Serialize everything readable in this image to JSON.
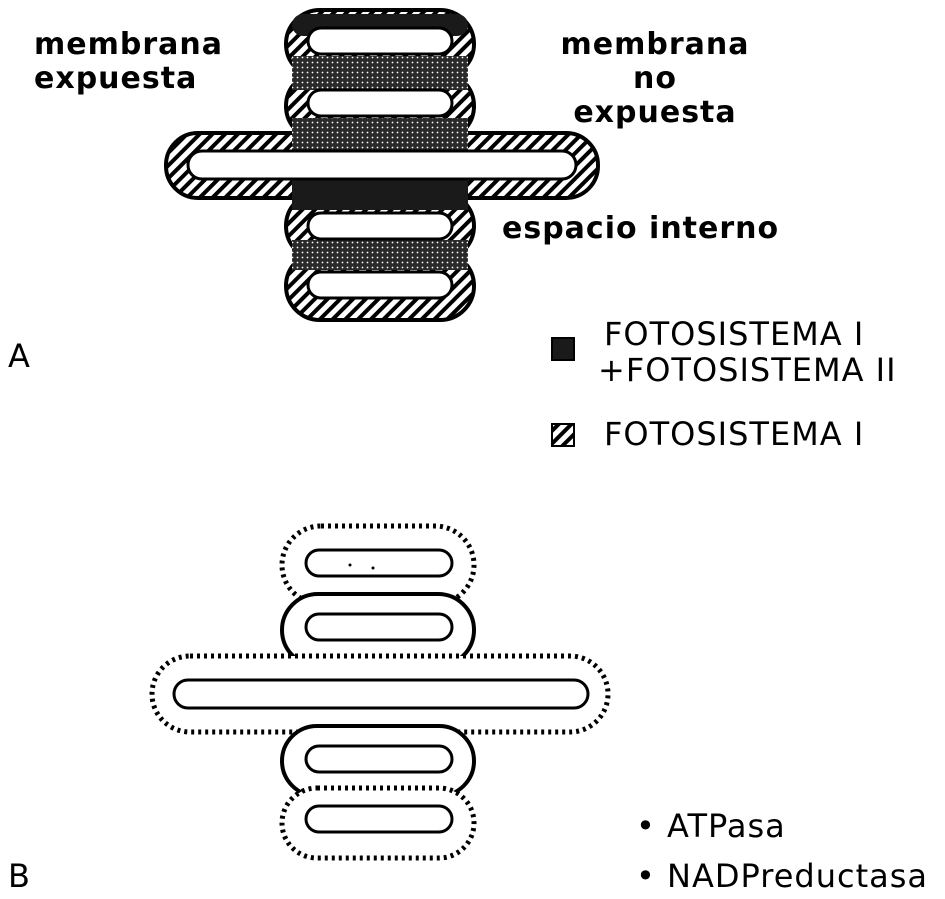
{
  "panel_a": {
    "letter": "A",
    "label_exposed": "membrana expuesta",
    "label_not_exposed_1": "membrana",
    "label_not_exposed_2": "no",
    "label_not_exposed_3": "expuesta",
    "label_exposed_1": "membrana",
    "label_exposed_2": "expuesta",
    "label_internal": "espacio interno",
    "legend": [
      {
        "swatch": "dark",
        "text_1": "FOTOSISTEMA I",
        "text_2": "+FOTOSISTEMA II"
      },
      {
        "swatch": "hatched",
        "text_1": "FOTOSISTEMA I"
      }
    ]
  },
  "panel_b": {
    "letter": "B",
    "legend": [
      {
        "marker": "•",
        "text": "ATPasa"
      },
      {
        "marker": "•",
        "text": "NADPreductasa"
      }
    ]
  },
  "colors": {
    "ink": "#000000",
    "paper": "#ffffff",
    "dark_fill": "#1a1a1a"
  }
}
